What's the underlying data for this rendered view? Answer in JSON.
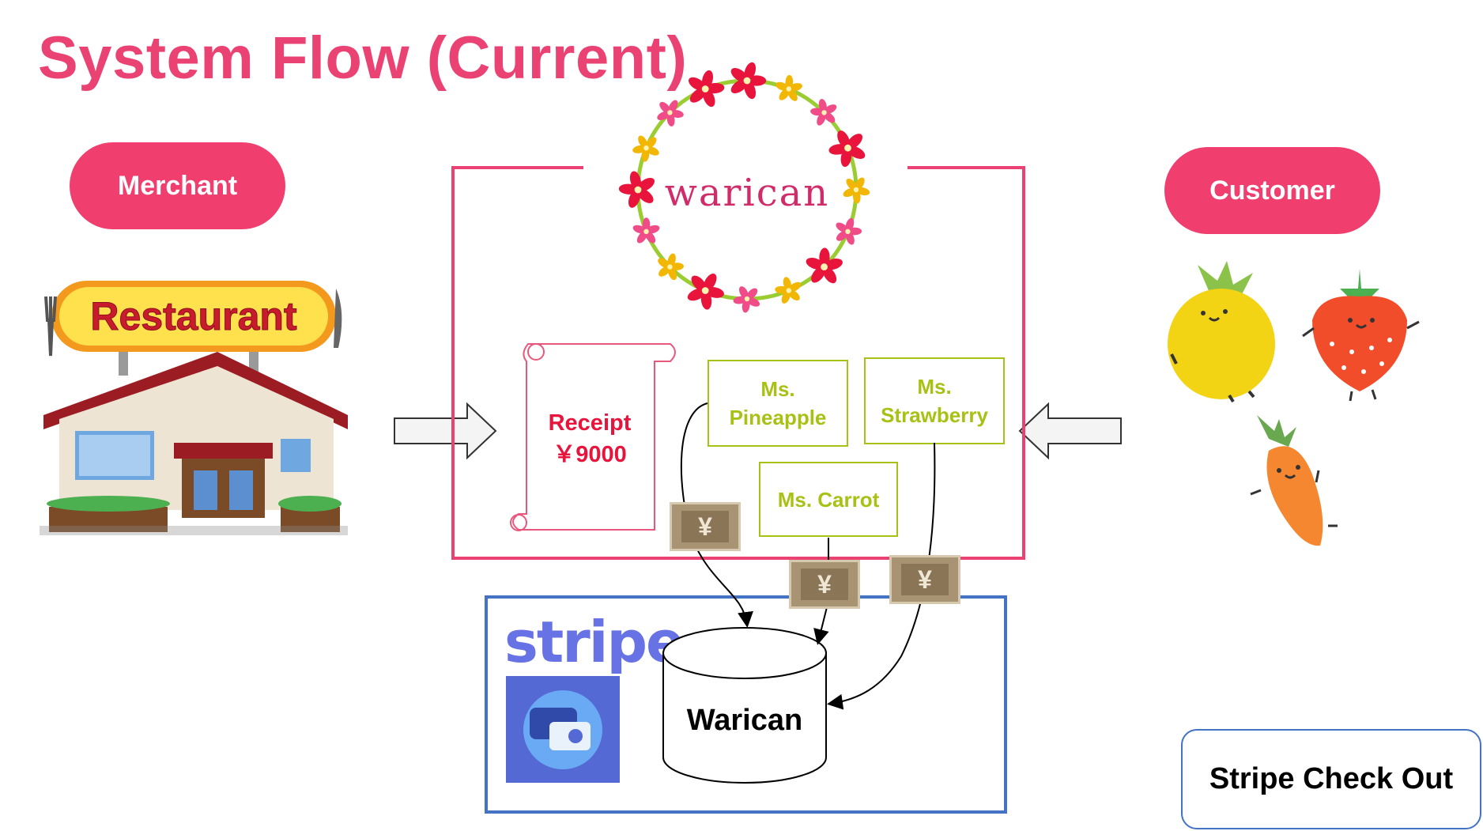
{
  "title": "System Flow (Current)",
  "merchant_label": "Merchant",
  "customer_label": "Customer",
  "restaurant_sign": "Restaurant",
  "logo_text": "warican",
  "receipt": {
    "label": "Receipt",
    "amount": "￥9000"
  },
  "payers": [
    {
      "name": "Ms.\nPineapple"
    },
    {
      "name": "Ms.\nStrawberry"
    },
    {
      "name": "Ms. Carrot"
    }
  ],
  "cash_symbol": "¥",
  "stripe_logo": "stripe",
  "database_label": "Warican",
  "checkout_label": "Stripe Check Out",
  "colors": {
    "accent": "#ea4373",
    "pill": "#f03e6e",
    "stripe_border": "#4472c4",
    "payer": "#a8c114",
    "stripe_brand": "#6772e5"
  }
}
